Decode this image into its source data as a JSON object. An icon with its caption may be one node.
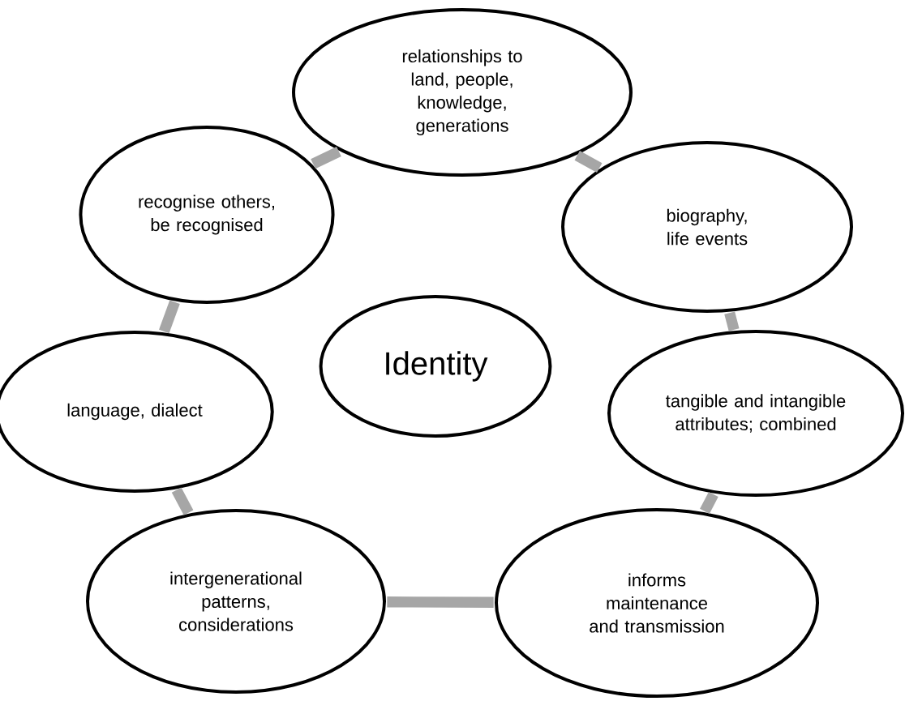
{
  "diagram": {
    "nodes": [
      {
        "text": [
          "relationships to land, people, knowledge, generations"
        ]
      },
      {
        "text": [
          "recognise others, be recognised"
        ]
      },
      {
        "text": [
          "biography, life events"
        ]
      },
      {
        "text": [
          "Identity"
        ]
      },
      {
        "text": [
          "language, dialect"
        ]
      },
      {
        "text": [
          "tangible and intangible attributes; combined"
        ]
      },
      {
        "text": [
          "intergenerational patterns, considerations"
        ]
      },
      {
        "text": [
          "informs maintenance and transmission"
        ]
      }
    ],
    "edges": [
      {
        "from": 1,
        "to": 0,
        "arrow": "none"
      },
      {
        "from": 0,
        "to": 2,
        "arrow": "none"
      },
      {
        "from": 2,
        "to": 5,
        "arrow": "none"
      },
      {
        "from": 5,
        "to": 7,
        "arrow": "none"
      },
      {
        "from": 7,
        "to": 6,
        "arrow": "none"
      },
      {
        "from": 6,
        "to": 4,
        "arrow": "none"
      },
      {
        "from": 4,
        "to": 1,
        "arrow": "none"
      }
    ]
  }
}
